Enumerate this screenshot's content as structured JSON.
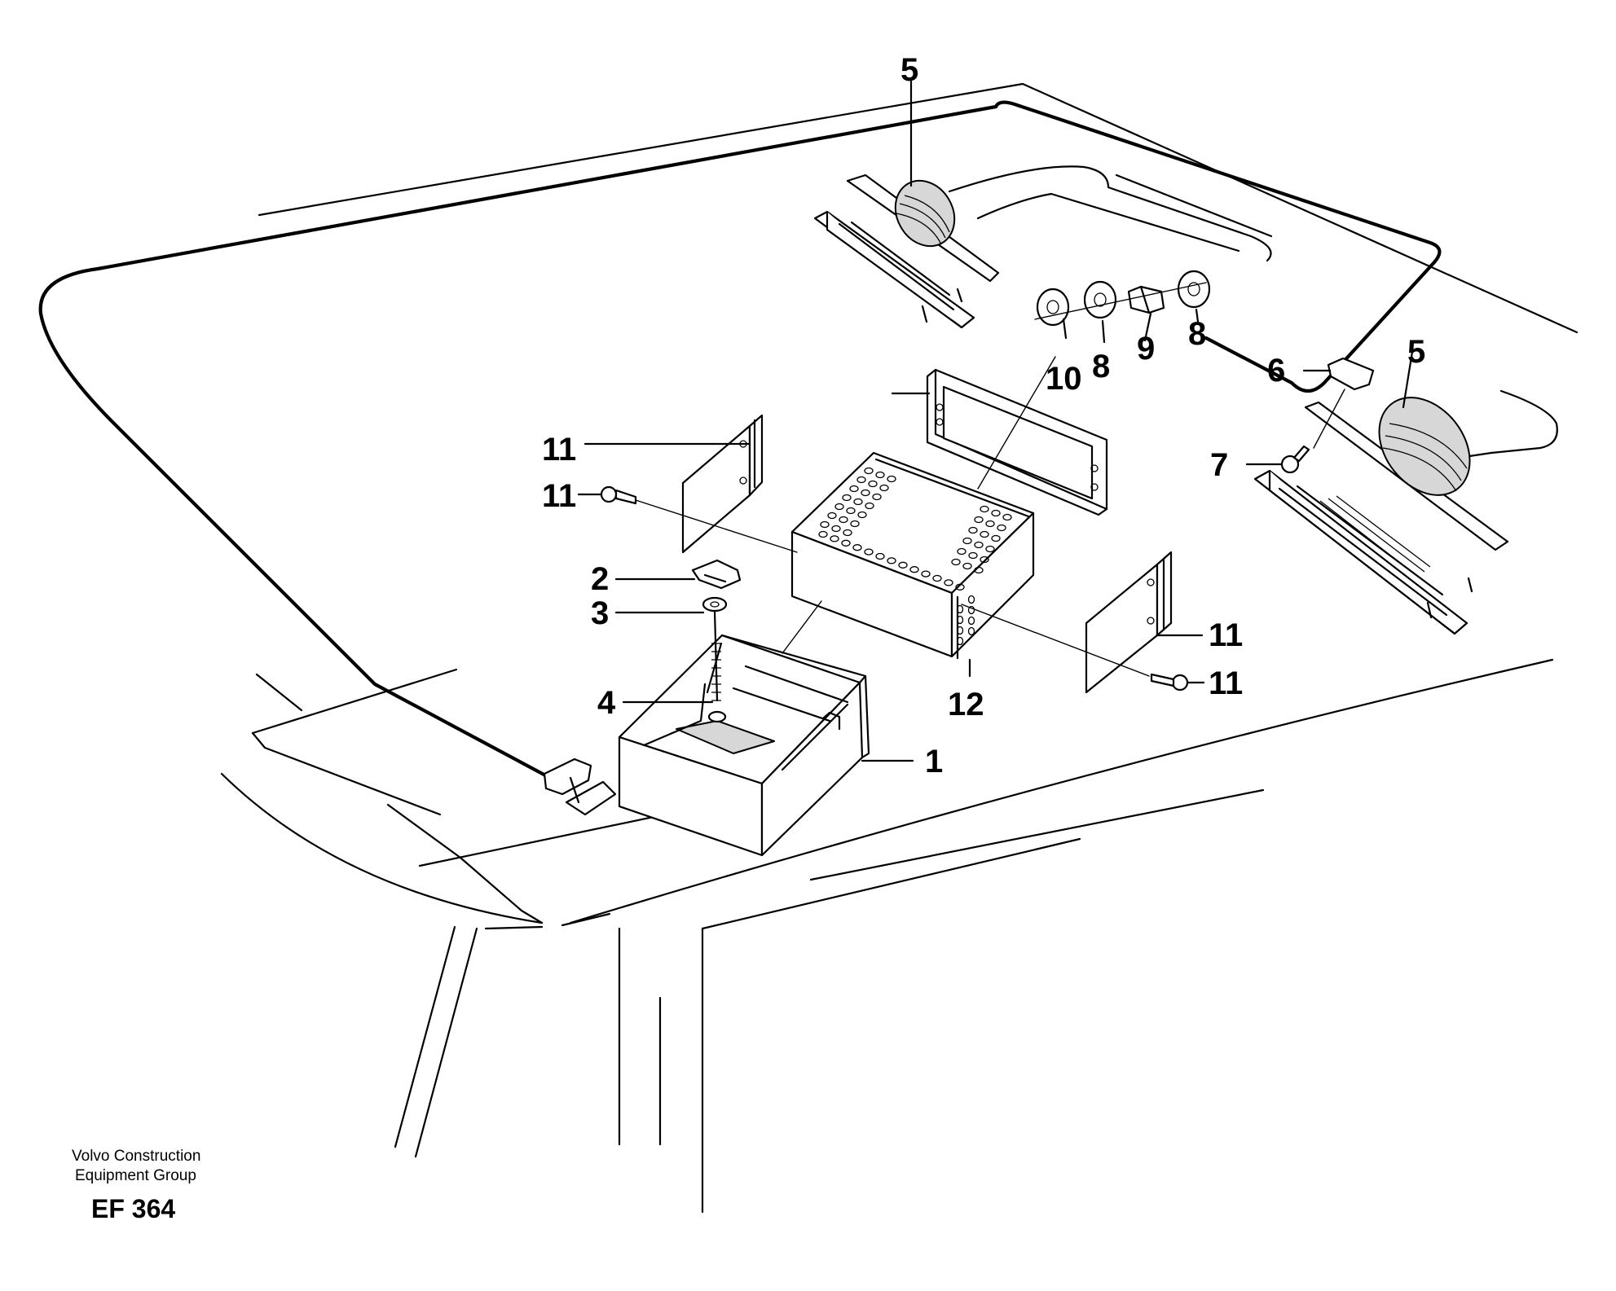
{
  "callouts": [
    "1",
    "2",
    "3",
    "4",
    "5",
    "5",
    "6",
    "7",
    "8",
    "8",
    "9",
    "10",
    "11",
    "11",
    "11",
    "11",
    "12"
  ],
  "footer": {
    "company_line1": "Volvo Construction",
    "company_line2": "Equipment Group",
    "drawing_code": "EF 364"
  }
}
